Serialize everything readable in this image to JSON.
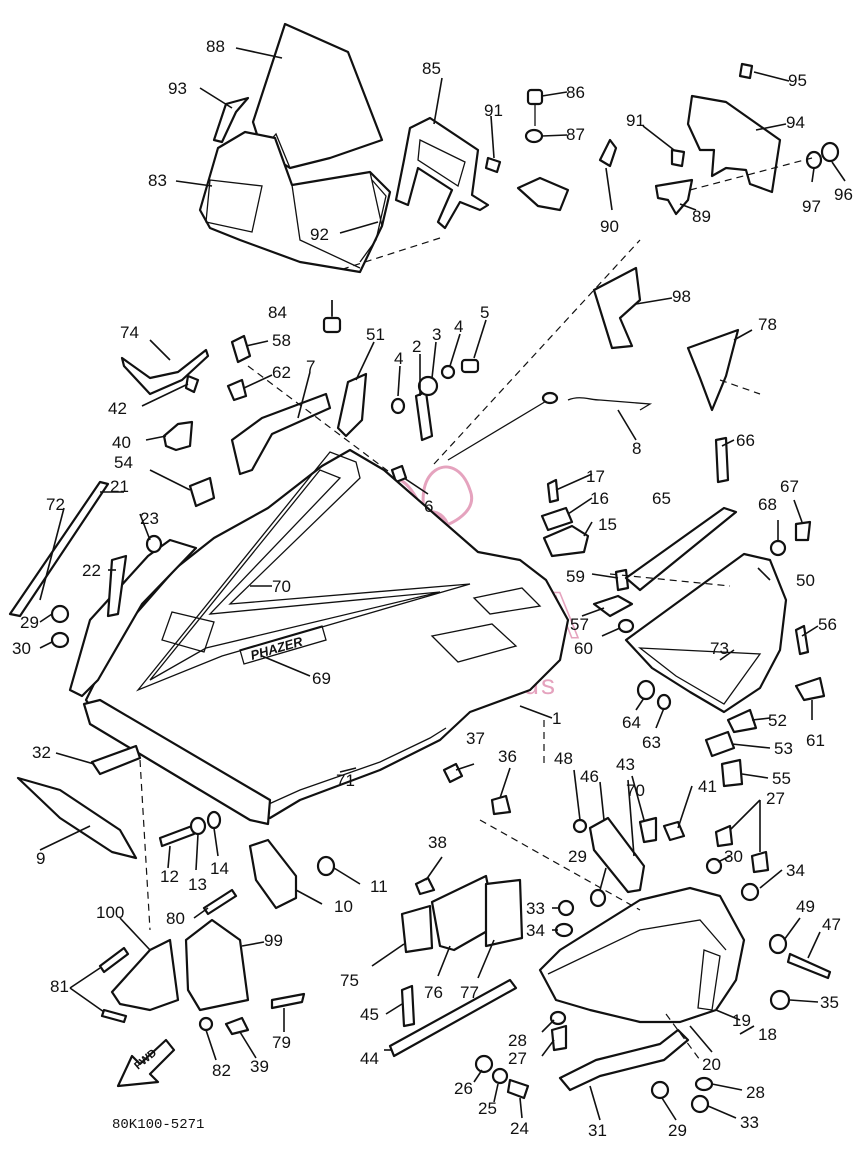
{
  "watermark": {
    "brand": "ARMADA",
    "tagline": "marine outboards",
    "color": "#e39ab8"
  },
  "diagram_code": "80K100-5271",
  "fwd_label": "FWD",
  "part_labels": [
    "1",
    "2",
    "3",
    "4",
    "4",
    "5",
    "6",
    "7",
    "8",
    "9",
    "10",
    "11",
    "12",
    "13",
    "14",
    "15",
    "16",
    "17",
    "18",
    "19",
    "20",
    "21",
    "22",
    "23",
    "24",
    "25",
    "26",
    "27",
    "27",
    "28",
    "28",
    "29",
    "29",
    "29",
    "30",
    "30",
    "31",
    "32",
    "33",
    "33",
    "34",
    "34",
    "35",
    "36",
    "37",
    "38",
    "39",
    "40",
    "41",
    "42",
    "43",
    "44",
    "45",
    "46",
    "47",
    "48",
    "49",
    "50",
    "51",
    "52",
    "53",
    "54",
    "55",
    "56",
    "57",
    "58",
    "59",
    "60",
    "61",
    "62",
    "63",
    "64",
    "65",
    "66",
    "67",
    "68",
    "69",
    "70",
    "70",
    "71",
    "72",
    "73",
    "74",
    "75",
    "76",
    "77",
    "78",
    "79",
    "80",
    "81",
    "82",
    "83",
    "84",
    "85",
    "86",
    "87",
    "88",
    "89",
    "90",
    "91",
    "91",
    "92",
    "93",
    "94",
    "95",
    "96",
    "97",
    "98",
    "99",
    "100"
  ]
}
